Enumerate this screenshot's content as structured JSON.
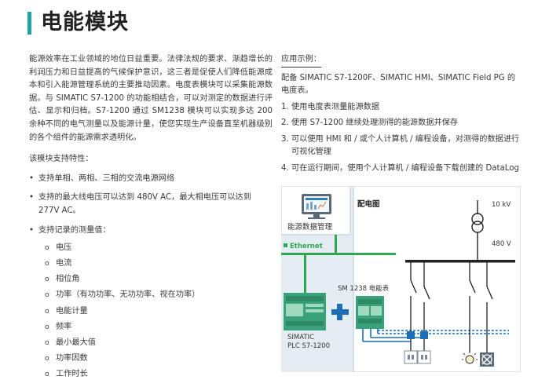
{
  "title": "电能模块",
  "intro": "能源效率在工业领域的地位日益重要。法律法规的要求、渐趋增长的利润压力和日益提高的气候保护意识，这三者是促使人们降低能源成本和引入能源管理系统的主要推动因素。电度表模块可以采集能源数据。与 SIMATIC S7-1200 的功能相结合，可以对测定的数据进行评估、显示和归档。S7-1200 通过 SM1238 模块可以实现多达 200 余种不同的电气测量以及能源计量，使您实现生产设备直至机器级别的各个组件的能源需求透明化。",
  "features_heading": "该模块支持特性：",
  "features": [
    "支持单相、两相、三相的交流电源网络",
    "支持的最大线电压可以达到 480V AC，最大相电压可以达到 277V AC。",
    "支持记录的测量值："
  ],
  "measurements": [
    "电压",
    "电流",
    "相位角",
    "功率（有功功率、无功功率、视在功率）",
    "电能计量",
    "频率",
    "最小最大值",
    "功率因数",
    "工作时长"
  ],
  "app_heading": "应用示例：",
  "app_intro": "配备 SIMATIC S7-1200F、SIMATIC HMI、SIMATIC Field PG 的电度表。",
  "steps": [
    {
      "num": "1.",
      "text": "使用电度表测量能源数据"
    },
    {
      "num": "2.",
      "text": "使用 S7-1200 继续处理测得的能源数据并保存"
    },
    {
      "num": "3.",
      "text": "可以使用 HMI 和 / 或个人计算机 / 编程设备，对测得的数据进行可视化管理"
    },
    {
      "num": "4.",
      "text": "可在运行期间，使用个人计算机 / 编程设备下载创建的 DataLog"
    }
  ],
  "diagram": {
    "energy_mgmt_label": "能源数据管理",
    "grid_label": "配电图",
    "ethernet_label": "Ethernet",
    "sm_label": "SM 1238 电能表",
    "plc_line1": "SIMATIC",
    "plc_line2": "PLC S7-1200",
    "hv_label": "10 kV",
    "lv_label": "480 V",
    "ethernet_color": "#2fa84f",
    "cable_color": "#1d6fb5",
    "panel_color": "#e4edf3"
  }
}
